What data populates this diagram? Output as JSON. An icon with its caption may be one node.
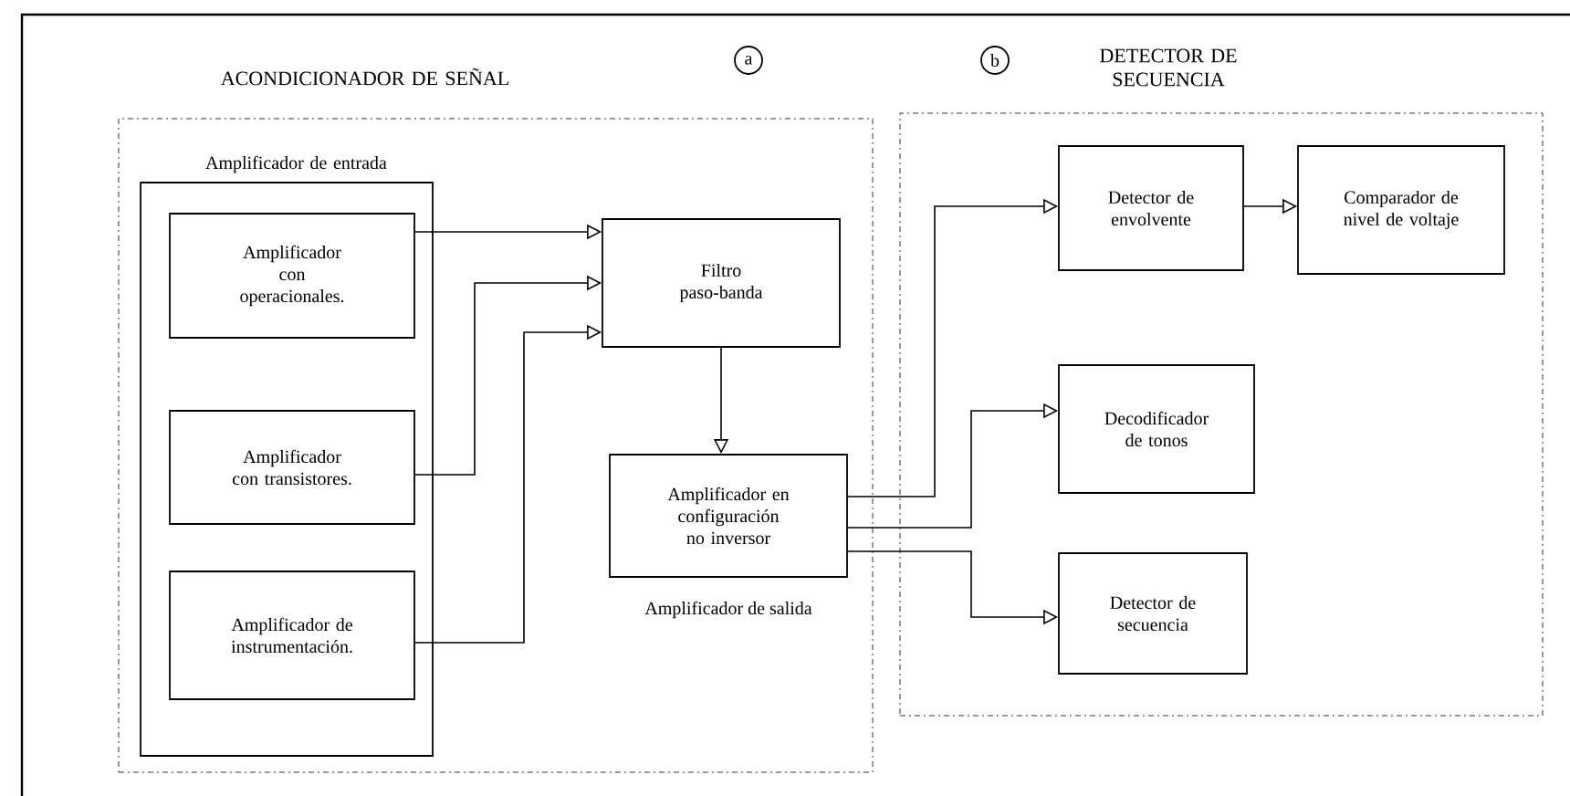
{
  "diagram": {
    "nodes": [
      {
        "text": [
          "ACONDICIONADOR DE SEÑAL"
        ]
      },
      {
        "text": [
          "Amplificador de entrada"
        ],
        "in": 0
      },
      {
        "text": [
          "Amplificador con operacionales."
        ],
        "in": 1
      },
      {
        "text": [
          "Amplificador con transistores."
        ],
        "in": 1
      },
      {
        "text": [
          "Amplificador de instrumentación."
        ],
        "in": 1
      },
      {
        "text": [
          "Filtro paso-banda"
        ],
        "in": 0
      },
      {
        "text": [
          "Amplificador en configuración no inversor"
        ],
        "in": 0,
        "beside": [
          "Amplificador de salida"
        ]
      },
      {
        "text": [
          "DETECTOR DE SECUENCIA"
        ]
      },
      {
        "text": [
          "Detector de envolvente"
        ],
        "in": 7
      },
      {
        "text": [
          "Comparador de nivel de voltaje"
        ],
        "in": 7
      },
      {
        "text": [
          "Decodificador de tonos"
        ],
        "in": 7
      },
      {
        "text": [
          "Detector de secuencia"
        ],
        "in": 7
      }
    ],
    "edges": [
      {
        "from": 2,
        "to": 5,
        "arrow": "to"
      },
      {
        "from": 3,
        "to": 5,
        "arrow": "to"
      },
      {
        "from": 4,
        "to": 5,
        "arrow": "to"
      },
      {
        "from": 5,
        "to": 6,
        "arrow": "to"
      },
      {
        "from": 6,
        "to": 8,
        "arrow": "to"
      },
      {
        "from": 6,
        "to": 10,
        "arrow": "to"
      },
      {
        "from": 6,
        "to": 11,
        "arrow": "to"
      },
      {
        "from": 8,
        "to": 9,
        "arrow": "to"
      }
    ],
    "labels": [
      "a",
      "b"
    ]
  }
}
